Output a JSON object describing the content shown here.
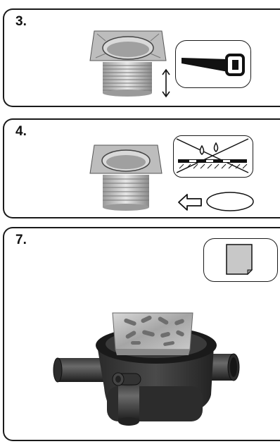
{
  "steps": [
    {
      "number": "3."
    },
    {
      "number": "4."
    },
    {
      "number": "7."
    }
  ],
  "icons": {
    "step3": [
      "drain-height-adjust-icon",
      "hacksaw-icon"
    ],
    "step4": [
      "no-water-membrane-icon",
      "arrow-left-icon",
      "oval-outline-icon"
    ],
    "step7": [
      "paper-sheet-icon",
      "floor-drain-assembly-image"
    ]
  }
}
